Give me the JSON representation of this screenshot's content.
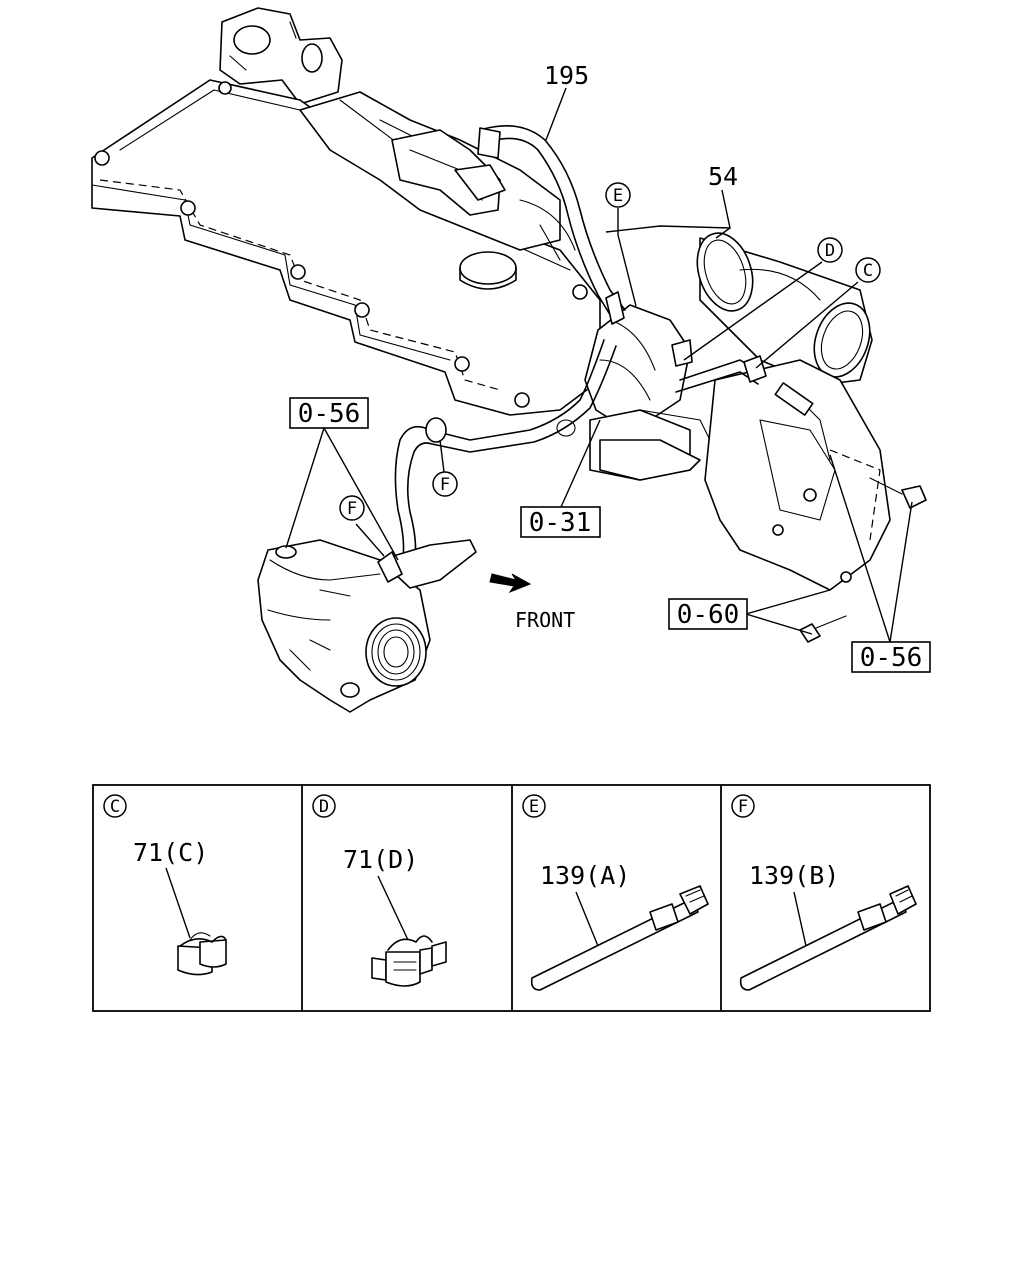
{
  "callouts": {
    "part_195": "195",
    "part_54": "54",
    "ref_056_left": "0-56",
    "ref_031": "0-31",
    "ref_060": "0-60",
    "ref_056_right": "0-56",
    "circle_e": "E",
    "circle_d": "D",
    "circle_c": "C",
    "circle_f_upper": "F",
    "circle_f_lower": "F"
  },
  "direction_label": "FRONT",
  "detail_panels": [
    {
      "letter": "C",
      "part": "71(C)"
    },
    {
      "letter": "D",
      "part": "71(D)"
    },
    {
      "letter": "E",
      "part": "139(A)"
    },
    {
      "letter": "F",
      "part": "139(B)"
    }
  ]
}
